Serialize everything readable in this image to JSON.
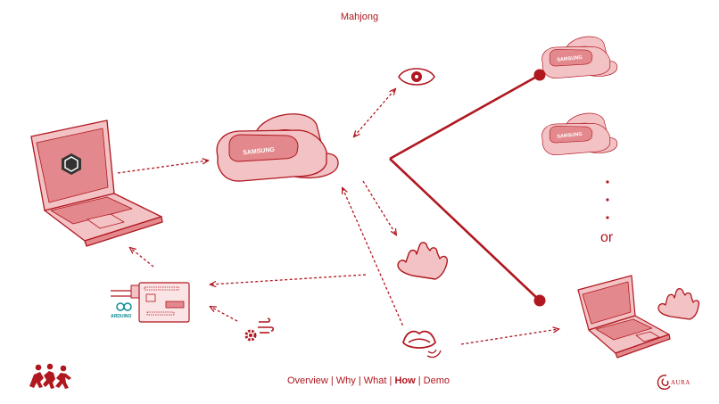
{
  "title": "Mahjong",
  "or_label": "or",
  "brand": "SAMSUNG",
  "arduino_label": "ARDUINO",
  "aura_label": "AURA",
  "nav": {
    "overview": "Overview",
    "why": "Why",
    "what": "What",
    "how": "How",
    "demo": "Demo",
    "sep": " | "
  },
  "colors": {
    "accent": "#b0171f",
    "fill": "#f3c2c4",
    "fill_dark": "#e3898d",
    "arduino": "#0d8c95"
  },
  "icons": [
    "laptop-icon",
    "unity-logo-icon",
    "vr-headset-icon",
    "eye-icon",
    "hand-icon",
    "lips-icon",
    "gear-wind-icon",
    "arduino-board-icon",
    "team-logo-icon",
    "aura-logo-icon"
  ]
}
